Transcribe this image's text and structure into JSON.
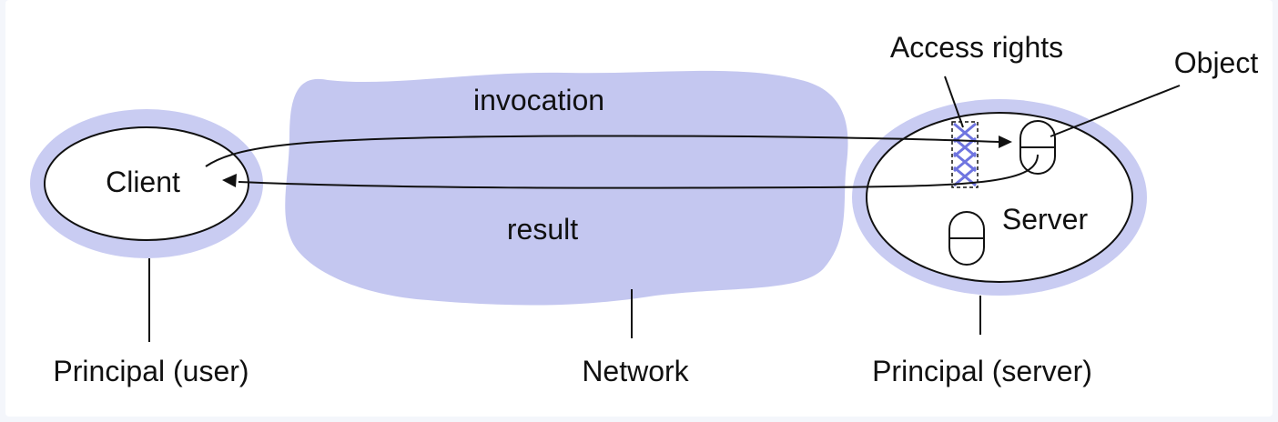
{
  "labels": {
    "invocation": "invocation",
    "result": "result",
    "client": "Client",
    "server": "Server",
    "access_rights": "Access rights",
    "object": "Object",
    "principal_user": "Principal (user)",
    "network": "Network",
    "principal_server": "Principal (server)"
  },
  "colors": {
    "halo": "#c9ccf2",
    "cloud": "#c4c7f0",
    "line": "#111111",
    "access_cross": "#6f75e0"
  }
}
